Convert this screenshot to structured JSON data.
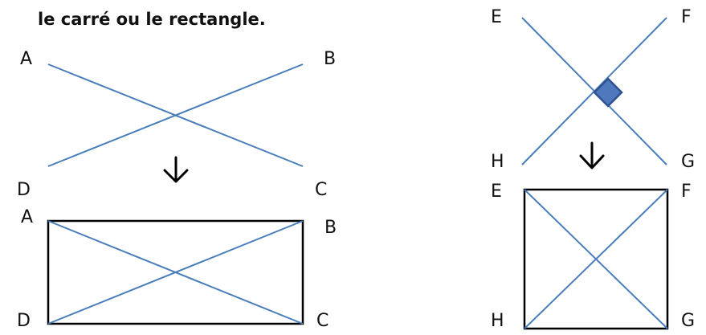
{
  "instruction": "le carré ou le rectangle.",
  "left_figure": {
    "top_labels": {
      "a": "A",
      "b": "B",
      "c": "C",
      "d": "D"
    },
    "bottom_labels": {
      "a": "A",
      "b": "B",
      "c": "C",
      "d": "D"
    },
    "shape": "rectangle"
  },
  "right_figure": {
    "top_labels": {
      "e": "E",
      "f": "F",
      "g": "G",
      "h": "H"
    },
    "bottom_labels": {
      "e": "E",
      "f": "F",
      "g": "G",
      "h": "H"
    },
    "shape": "square"
  },
  "arrow_icon": "down-arrow-icon",
  "right_angle_marker": "right-angle-icon",
  "colors": {
    "diagonal": "#4a7ebb",
    "marker_fill": "#4f79bc",
    "marker_stroke": "#2e528f",
    "outline": "#000000"
  }
}
